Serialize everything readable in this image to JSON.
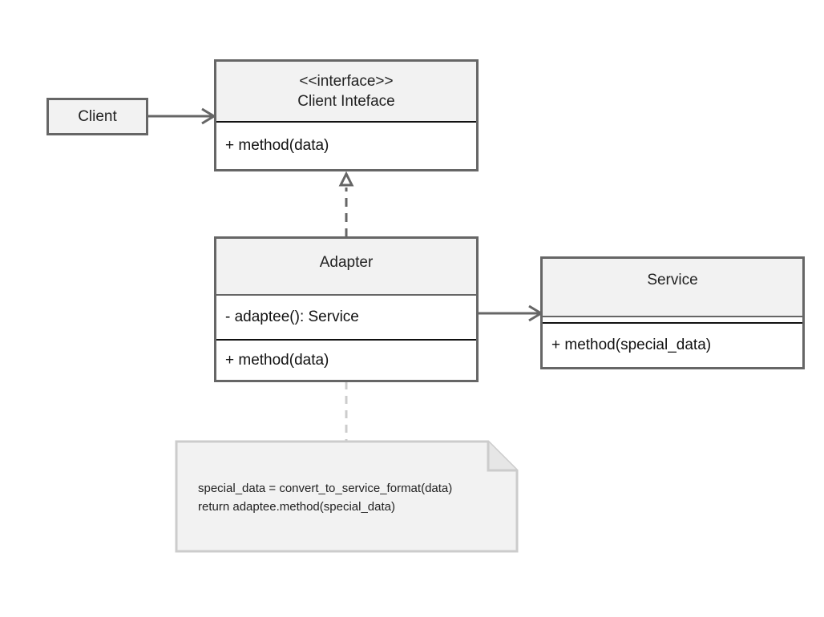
{
  "client": {
    "label": "Client"
  },
  "client_interface": {
    "stereotype": "<<interface>>",
    "name": "Client Inteface",
    "method": "+ method(data)"
  },
  "adapter": {
    "name": "Adapter",
    "field": "- adaptee(): Service",
    "method": "+ method(data)"
  },
  "service": {
    "name": "Service",
    "method": "+ method(special_data)"
  },
  "note": {
    "line1": "special_data = convert_to_service_format(data)",
    "line2": "return adaptee.method(special_data)"
  },
  "colors": {
    "border": "#666666",
    "header_fill": "#f2f2f2",
    "note_border": "#cccccc",
    "note_fill": "#f2f2f2"
  }
}
